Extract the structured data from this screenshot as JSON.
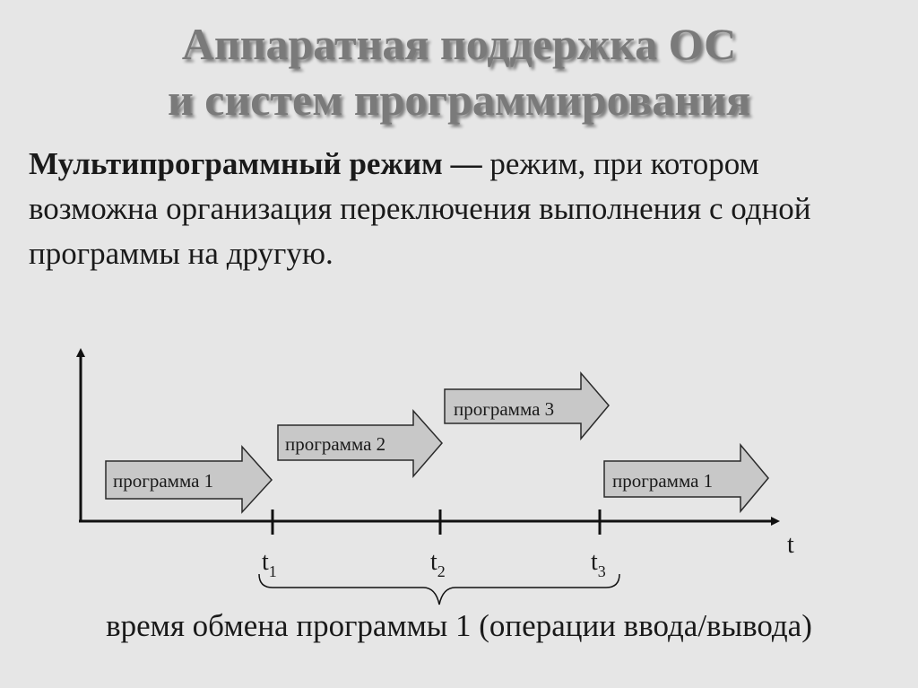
{
  "title": {
    "line1": "Аппаратная поддержка ОС",
    "line2": "и систем программирования"
  },
  "definition": {
    "term": "Мультипрограммный режим",
    "dash": " — ",
    "text": "режим, при котором возможна организация переключения выполнения с одной программы на другую."
  },
  "diagram": {
    "programs": [
      {
        "label": "программа 1"
      },
      {
        "label": "программа 2"
      },
      {
        "label": "программа 3"
      },
      {
        "label": "программа 1"
      }
    ],
    "axis_label": "t",
    "ticks": [
      {
        "base": "t",
        "sub": "1"
      },
      {
        "base": "t",
        "sub": "2"
      },
      {
        "base": "t",
        "sub": "3"
      }
    ]
  },
  "caption": "время обмена программы 1 (операции ввода/вывода)",
  "colors": {
    "background": "#e6e6e6",
    "arrow_fill": "#c8c8c8",
    "arrow_stroke": "#2a2a2a",
    "title": "#7a7a7a"
  }
}
